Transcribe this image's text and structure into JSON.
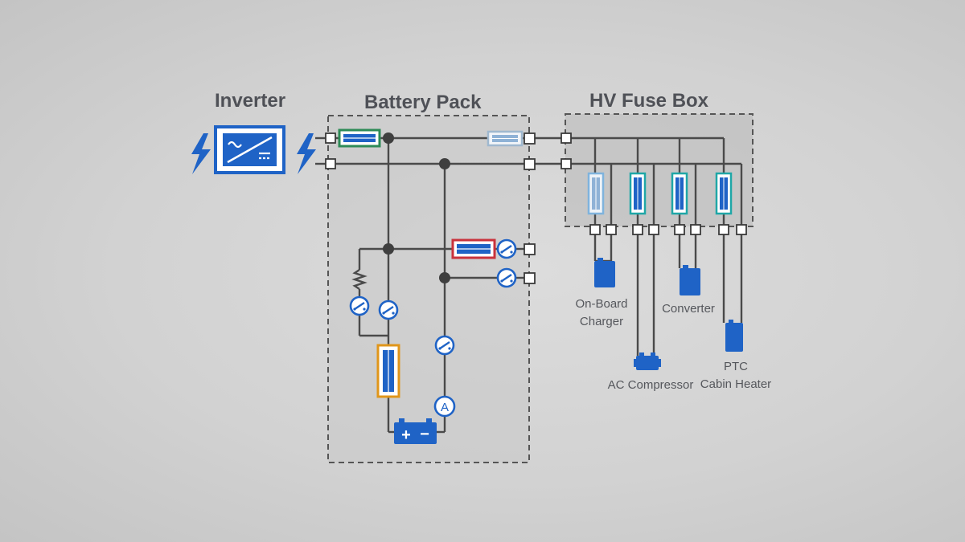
{
  "titles": {
    "inverter": "Inverter",
    "battery_pack": "Battery Pack",
    "hv_fuse_box": "HV Fuse Box"
  },
  "loads": {
    "onboard_charger": [
      "On-Board",
      "Charger"
    ],
    "converter": "Converter",
    "ac_compressor": "AC Compressor",
    "ptc_heater": [
      "PTC",
      "Cabin Heater"
    ]
  },
  "battery": {
    "plus": "+",
    "minus": "−"
  },
  "meters": {
    "ammeter": "A"
  },
  "colors": {
    "wire": "#4a4a4a",
    "box_border": "#555555",
    "fuse_box_fill": "#c0c0c0",
    "symbol_blue": "#1f63c6",
    "pyro_fuse_green": "#2e8b57",
    "pyro_fuse_red": "#c9323c",
    "fuse_orange": "#e0961a",
    "fuse_teal": "#1fa7a7",
    "fuse_light_blue": "#7fb3dd",
    "fuse_grey_blue": "#9fb8cf"
  }
}
